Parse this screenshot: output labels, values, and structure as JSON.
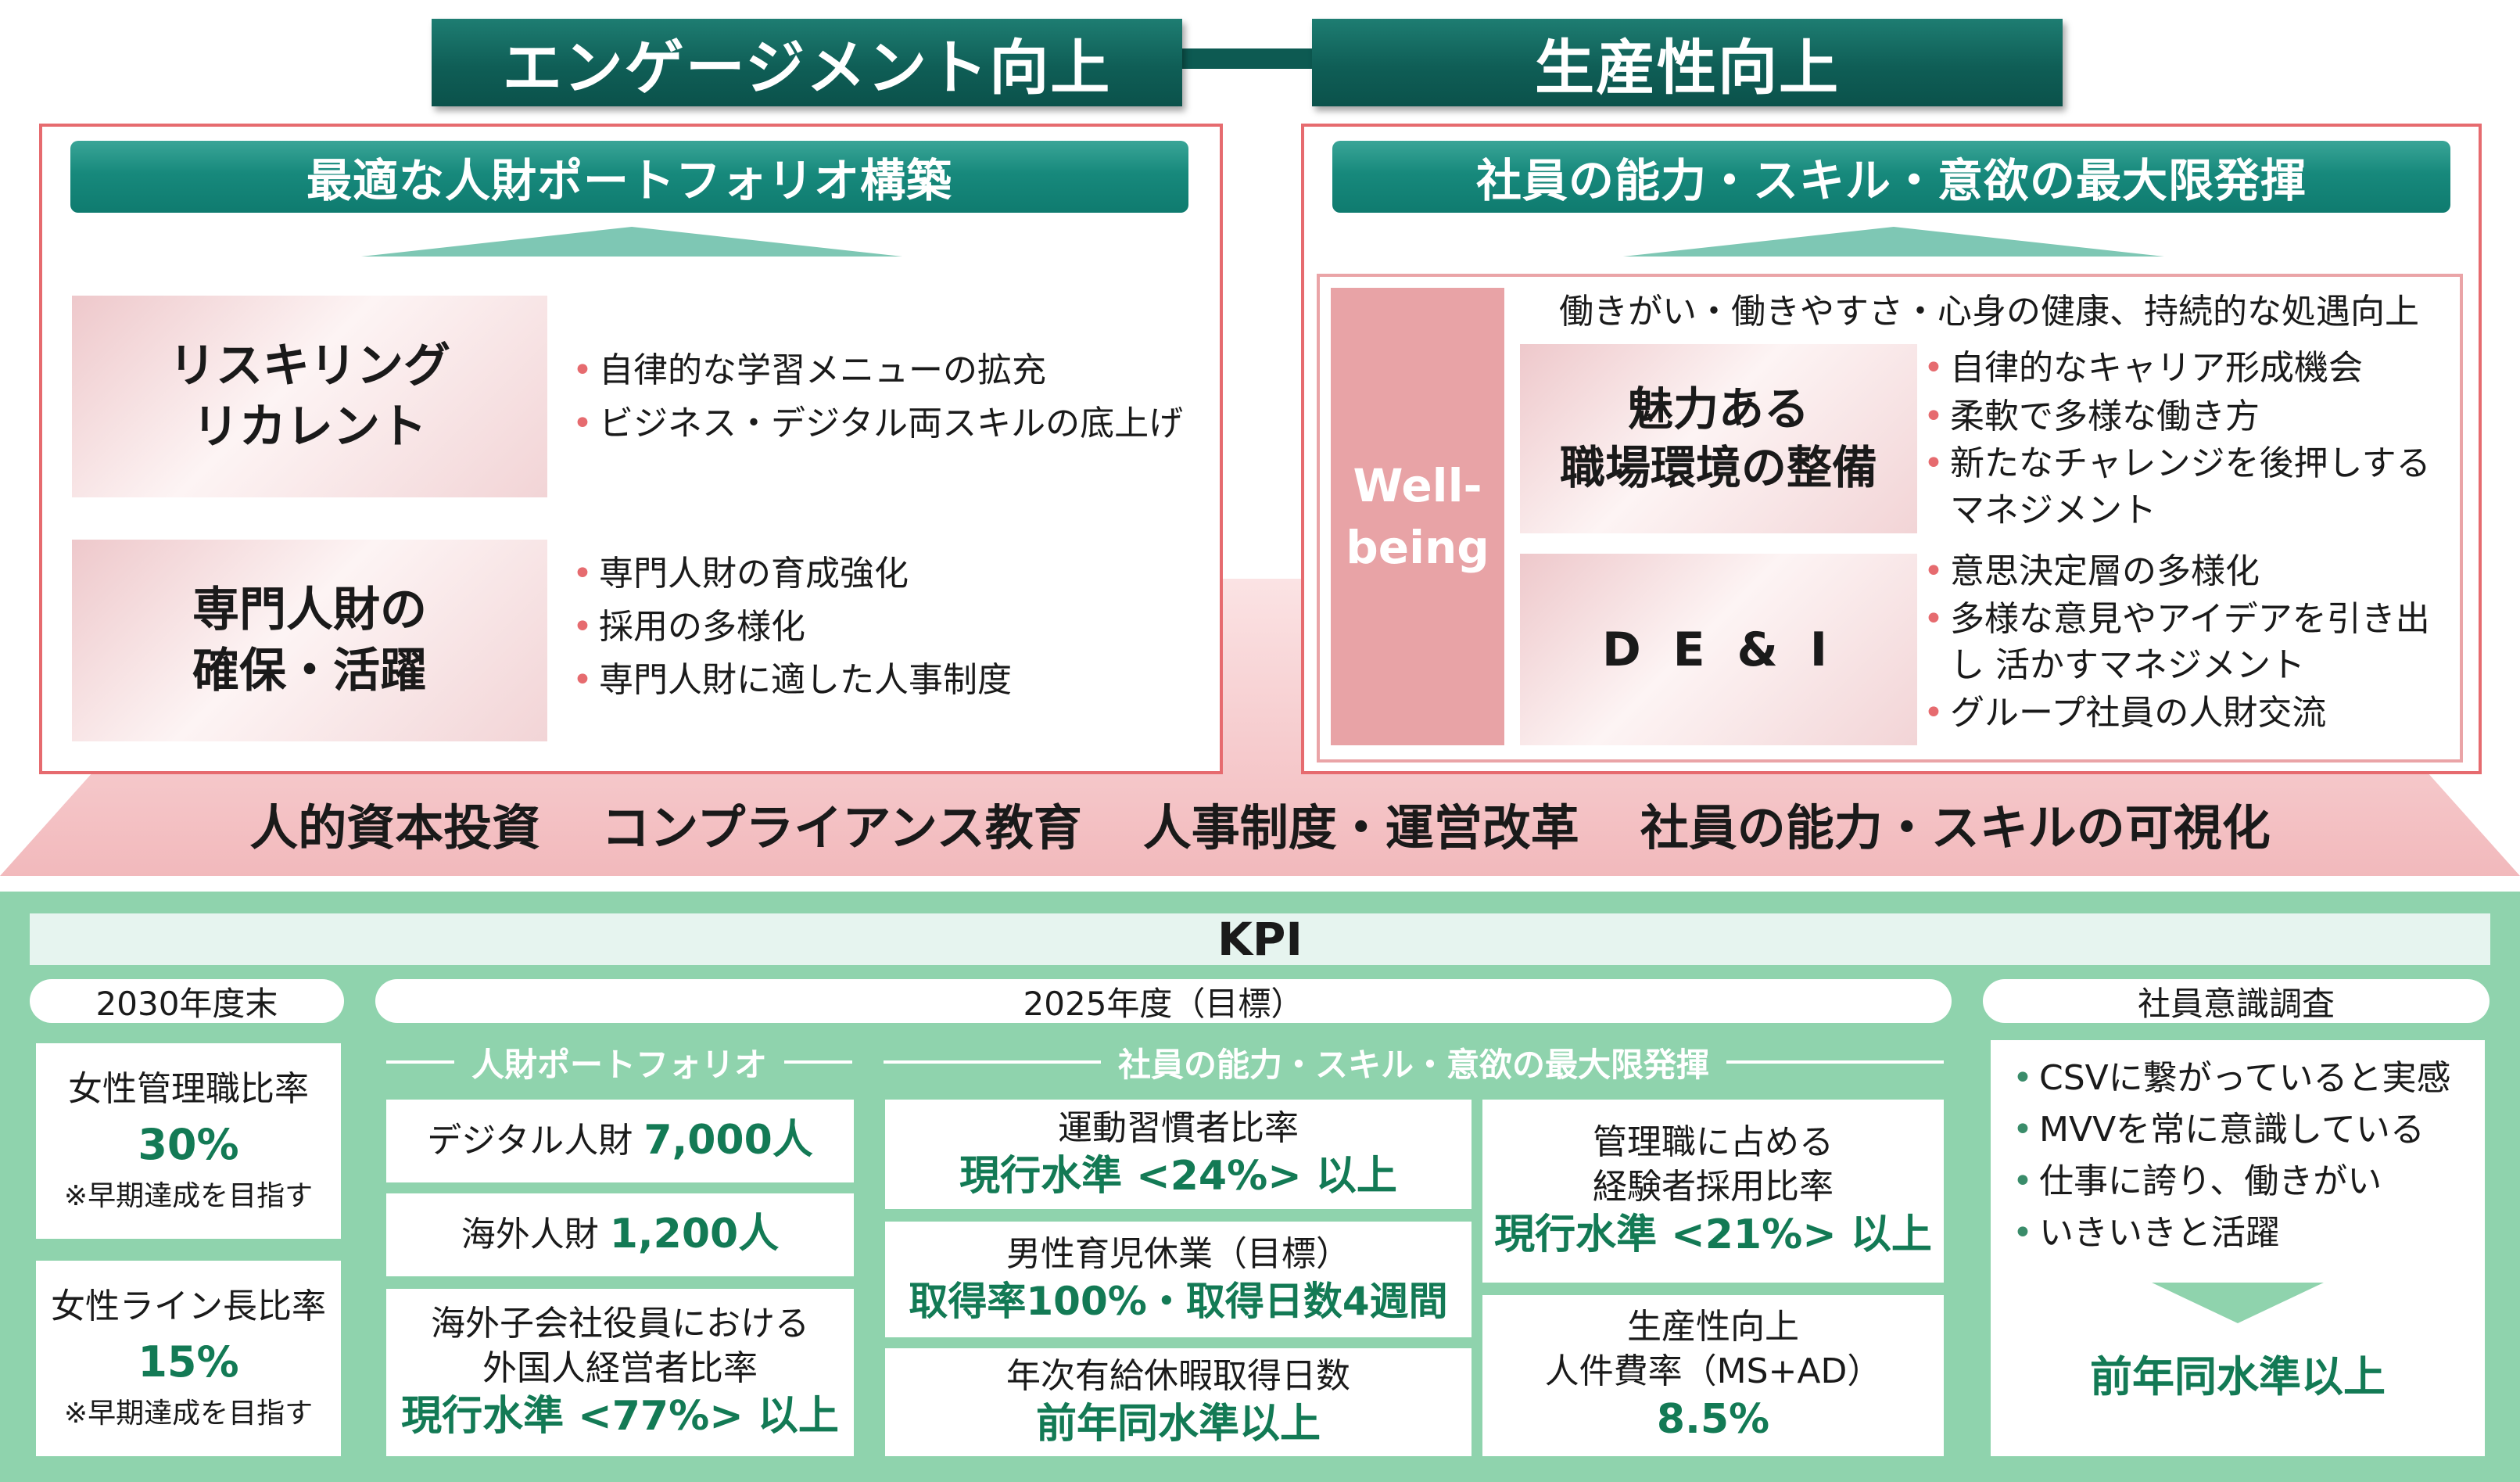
{
  "top": {
    "engagement": "エンゲージメント向上",
    "productivity": "生産性向上"
  },
  "left": {
    "title": "最適な人財ポートフォリオ構築",
    "blocks": [
      {
        "label": [
          "リスキリング",
          "リカレント"
        ],
        "bullets": [
          "自律的な学習メニューの拡充",
          "ビジネス・デジタル両スキルの底上げ"
        ]
      },
      {
        "label": [
          "専門人財の",
          "確保・活躍"
        ],
        "bullets": [
          "専門人財の育成強化",
          "採用の多様化",
          "専門人財に適した人事制度"
        ]
      }
    ]
  },
  "right": {
    "title": "社員の能力・スキル・意欲の最大限発揮",
    "wellbeing": [
      "Well-",
      "being"
    ],
    "wellbeing_header": "働きがい・働きやすさ・心身の健康、持続的な処遇向上",
    "blocks": [
      {
        "label": [
          "魅力ある",
          "職場環境の整備"
        ],
        "bullets": [
          "自律的なキャリア形成機会",
          "柔軟で多様な働き方",
          "新たなチャレンジを後押しする マネジメント"
        ]
      },
      {
        "label": [
          "D E & I"
        ],
        "bullets": [
          "意思決定層の多様化",
          "多様な意見やアイデアを引き出し 活かすマネジメント",
          "グループ社員の人財交流"
        ]
      }
    ]
  },
  "foundation": [
    "人的資本投資",
    "コンプライアンス教育",
    "人事制度・運営改革",
    "社員の能力・スキルの可視化"
  ],
  "kpi": {
    "title": "KPI",
    "col2030": {
      "header": "2030年度末",
      "cards": [
        {
          "label": "女性管理職比率",
          "value": "30%",
          "note": "※早期達成を目指す"
        },
        {
          "label": "女性ライン長比率",
          "value": "15%",
          "note": "※早期達成を目指す"
        }
      ]
    },
    "col2025": {
      "header": "2025年度（目標）",
      "portfolio": {
        "heading": "人財ポートフォリオ",
        "cards": [
          {
            "label": "デジタル人財",
            "value": "7,000人"
          },
          {
            "label": "海外人財",
            "value": "1,200人"
          },
          {
            "label1": "海外子会社役員における",
            "label2": "外国人経営者比率",
            "value": "現行水準 <77%> 以上"
          }
        ]
      },
      "ability": {
        "heading": "社員の能力・スキル・意欲の最大限発揮",
        "cards": [
          {
            "label": "運動習慣者比率",
            "value": "現行水準 <24%> 以上"
          },
          {
            "label": "男性育児休業（目標）",
            "value": "取得率100%・取得日数4週間"
          },
          {
            "label": "年次有給休暇取得日数",
            "value": "前年同水準以上"
          },
          {
            "label1": "管理職に占める",
            "label2": "経験者採用比率",
            "value": "現行水準 <21%> 以上"
          },
          {
            "label1": "生産性向上",
            "label2": "人件費率（MS+AD）",
            "value": "8.5%"
          }
        ]
      }
    },
    "survey": {
      "header": "社員意識調査",
      "bullets": [
        "CSVに繋がっていると実感",
        "MVVを常に意識している",
        "仕事に誇り、働きがい",
        "いきいきと活躍"
      ],
      "result": "前年同水準以上"
    }
  }
}
